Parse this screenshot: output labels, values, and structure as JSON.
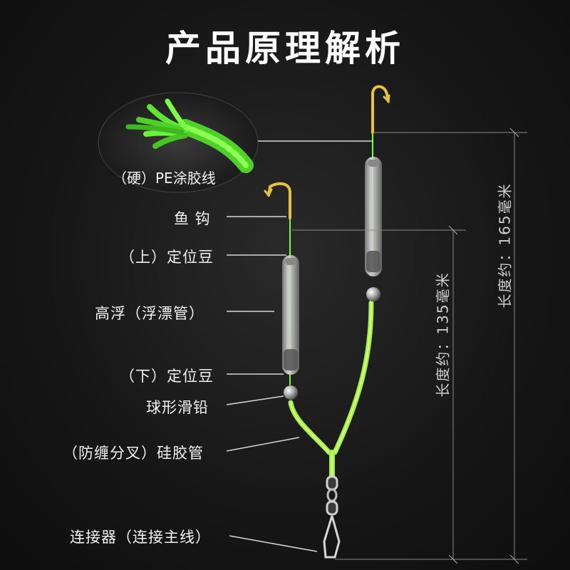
{
  "title": "产品原理解析",
  "pe_line_label": "（硬）PE涂胶线",
  "parts": {
    "hook": "鱼 钩",
    "upper_bean": "（上）定位豆",
    "float": "高浮（浮漂管）",
    "lower_bean": "（下）定位豆",
    "ball_lead": "球形滑铅",
    "tube": "（防缠分叉）硅胶管",
    "connector": "连接器（连接主线）"
  },
  "dimensions": {
    "short": "长度约：135毫米",
    "long": "长度约：165毫米"
  },
  "colors": {
    "line_green": "#7cff3a",
    "tube_green": "#b8ff5a",
    "hook_gold": "#e8c23a",
    "leader_line": "#d8d8d8",
    "dim_line": "#8a8a8a"
  }
}
